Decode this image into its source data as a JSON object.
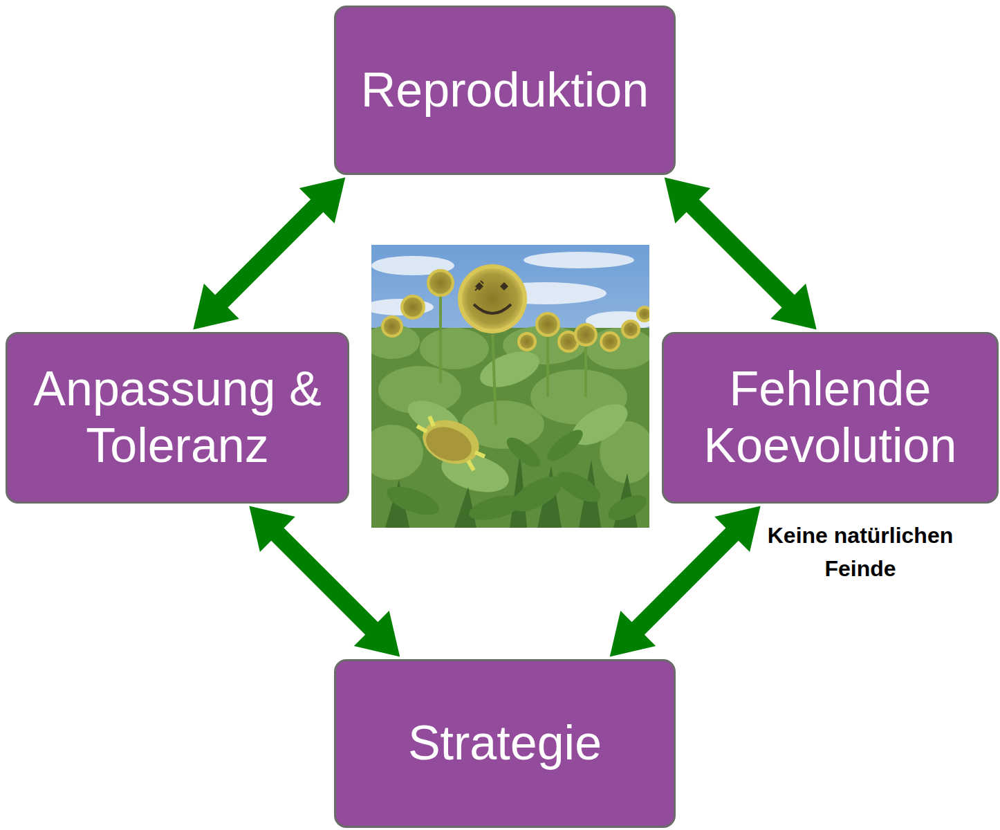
{
  "diagram": {
    "nodes": [
      {
        "text": [
          "Reproduktion"
        ]
      },
      {
        "text": [
          "Anpassung & Toleranz"
        ]
      },
      {
        "text": [
          "Fehlende Koevolution"
        ]
      },
      {
        "text": [
          "Strategie"
        ]
      }
    ],
    "edges": [
      {
        "from": 0,
        "to": 1,
        "arrow": "both"
      },
      {
        "from": 0,
        "to": 2,
        "arrow": "both"
      },
      {
        "from": 1,
        "to": 3,
        "arrow": "both"
      },
      {
        "from": 2,
        "to": 3,
        "arrow": "both"
      }
    ],
    "labels": [
      "Keine natürlichen Feinde"
    ]
  }
}
